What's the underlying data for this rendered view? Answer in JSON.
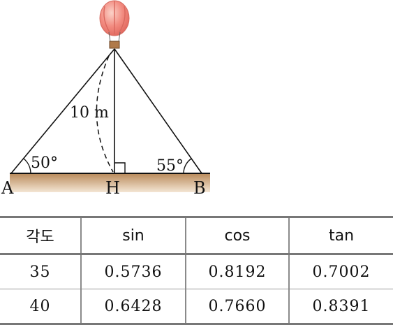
{
  "figure": {
    "height_label": "10 m",
    "angle_a": "50°",
    "angle_b": "55°",
    "point_a": "A",
    "point_h": "H",
    "point_b": "B",
    "balloon_icon": "hot-air-balloon-icon",
    "colors": {
      "ground": "#c49a6c",
      "balloon": "#f08a80",
      "basket": "#b07a4a",
      "line": "#111111"
    }
  },
  "table": {
    "headers": [
      "각도",
      "sin",
      "cos",
      "tan"
    ],
    "rows": [
      [
        "35",
        "0.5736",
        "0.8192",
        "0.7002"
      ],
      [
        "40",
        "0.6428",
        "0.7660",
        "0.8391"
      ]
    ]
  }
}
